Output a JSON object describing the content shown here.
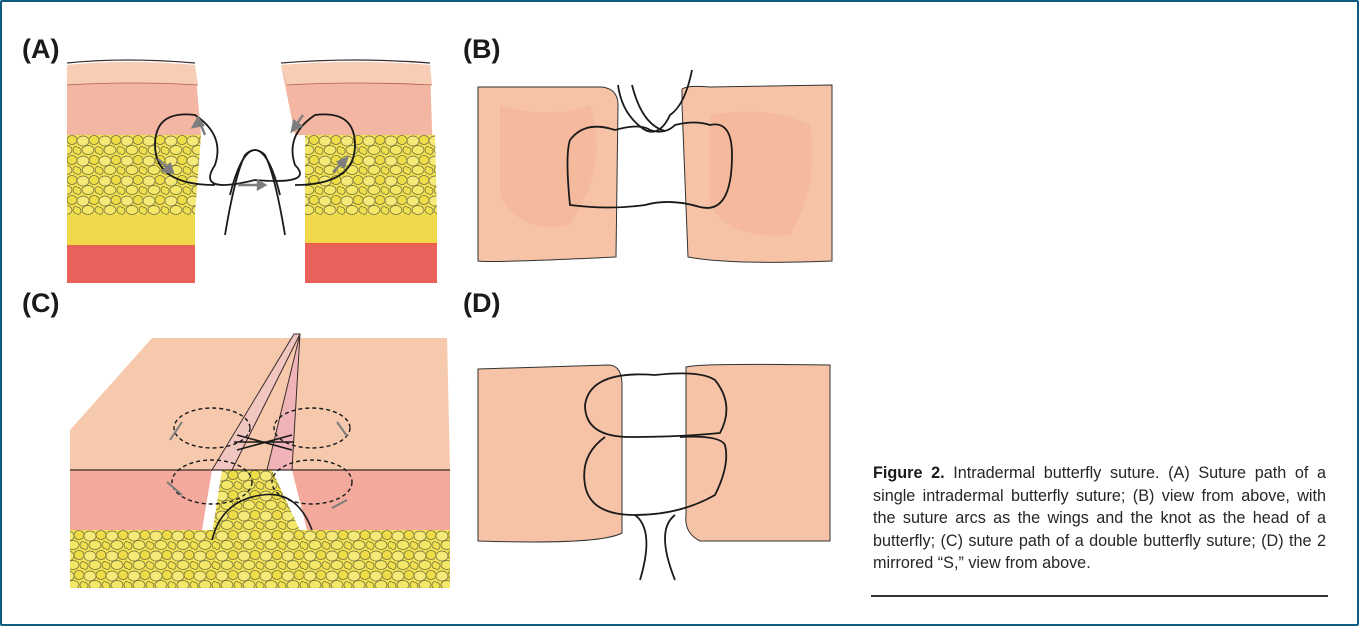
{
  "panels": {
    "a": {
      "label": "(A)"
    },
    "b": {
      "label": "(B)"
    },
    "c": {
      "label": "(C)"
    },
    "d": {
      "label": "(D)"
    }
  },
  "caption": {
    "figure_label": "Figure 2.",
    "text": " Intradermal butterfly suture. (A) Suture path of a single intradermal butterfly suture; (B) view from above, with the suture arcs as the wings and the knot as the head of a butterfly; (C) suture path of a double butterfly suture; (D) the 2 mirrored “S,” view from above."
  },
  "colors": {
    "frame": "#0e5b80",
    "skin_top": "#f6c9ad",
    "dermis": "#f3a99b",
    "fat": "#f2e24f",
    "muscle": "#e8504a",
    "suture": "#1a1a1a",
    "arrow": "#7d7d7d"
  }
}
